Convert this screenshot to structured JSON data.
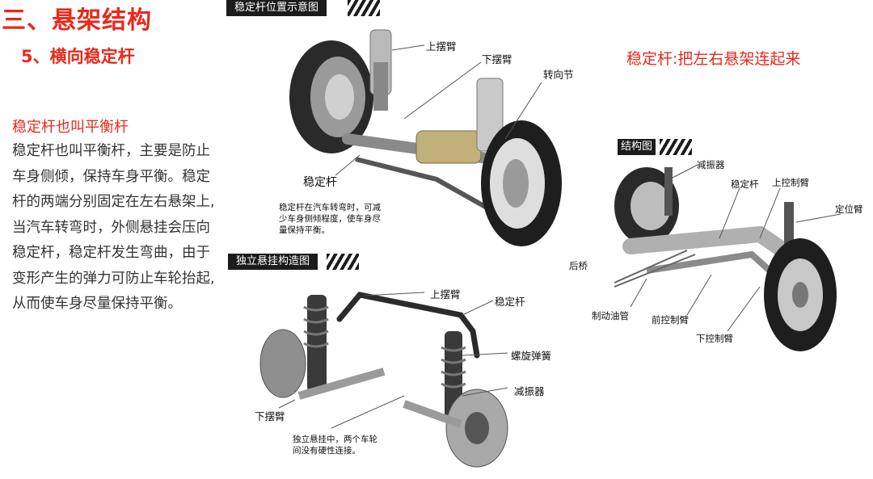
{
  "heading": {
    "title": "三、悬架结构",
    "subtitle": "5、横向稳定杆"
  },
  "text": {
    "para_head": "稳定杆也叫平衡杆",
    "para_lines": [
      "稳定杆也叫平衡杆，主要是防止",
      "车身侧倾，保持车身平衡。稳定",
      "杆的两端分别固定在左右悬架上,",
      "当汽车转弯时，外侧悬挂会压向",
      "稳定杆，稳定杆发生弯曲，由于",
      "变形产生的弹力可防止车轮抬起,",
      "从而使车身尽量保持平衡。"
    ],
    "caption_red": "稳定杆:把左右悬架连起来"
  },
  "figure1": {
    "tab": "稳定杆位置示意图",
    "labels": {
      "upper_arm": "上摆臂",
      "lower_arm": "下摆臂",
      "knuckle": "转向节",
      "stabilizer": "稳定杆"
    },
    "note": [
      "稳定杆在汽车转弯时，可减",
      "少车身侧倾程度，使车身尽",
      "量保持平衡。"
    ]
  },
  "figure2": {
    "tab": "独立悬挂构造图",
    "labels": {
      "upper_arm": "上摆臂",
      "stabilizer": "稳定杆",
      "coil_spring": "螺旋弹簧",
      "shock": "减振器",
      "lower_arm": "下摆臂"
    },
    "note": [
      "独立悬挂中，两个车轮",
      "间没有硬性连接。"
    ]
  },
  "figure3": {
    "tab": "结构图",
    "labels": {
      "shock": "减振器",
      "stabilizer": "稳定杆",
      "upper_control_arm": "上控制臂",
      "locating_arm": "定位臂",
      "rear_axle": "后桥",
      "brake_line": "制动油管",
      "front_control_arm": "前控制臂",
      "lower_control_arm": "下控制臂"
    }
  }
}
